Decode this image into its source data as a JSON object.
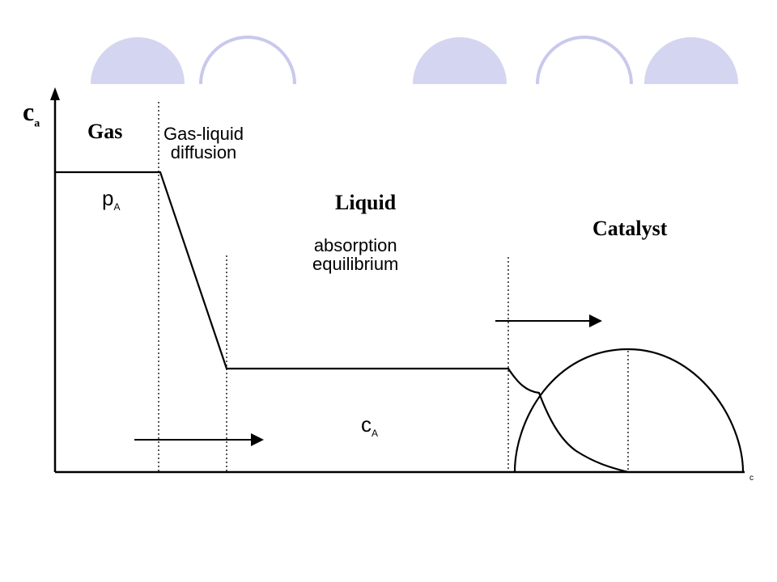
{
  "header": {
    "decoration": "circles",
    "fill_color": "#d4d5f0",
    "stroke_color": "#c8c9ec"
  },
  "diagram": {
    "axis_symbol": "c",
    "axis_subscript": "a",
    "regions": {
      "gas": "Gas",
      "gas_liquid": [
        "Gas-liquid",
        "diffusion"
      ],
      "liquid": "Liquid",
      "absorption": [
        "absorption",
        "equilibrium"
      ],
      "catalyst": "Catalyst"
    },
    "labels": {
      "pA_symbol": "p",
      "pA_sub": "A",
      "cA_symbol": "c",
      "cA_sub": "A"
    },
    "stray_mark": "c"
  }
}
